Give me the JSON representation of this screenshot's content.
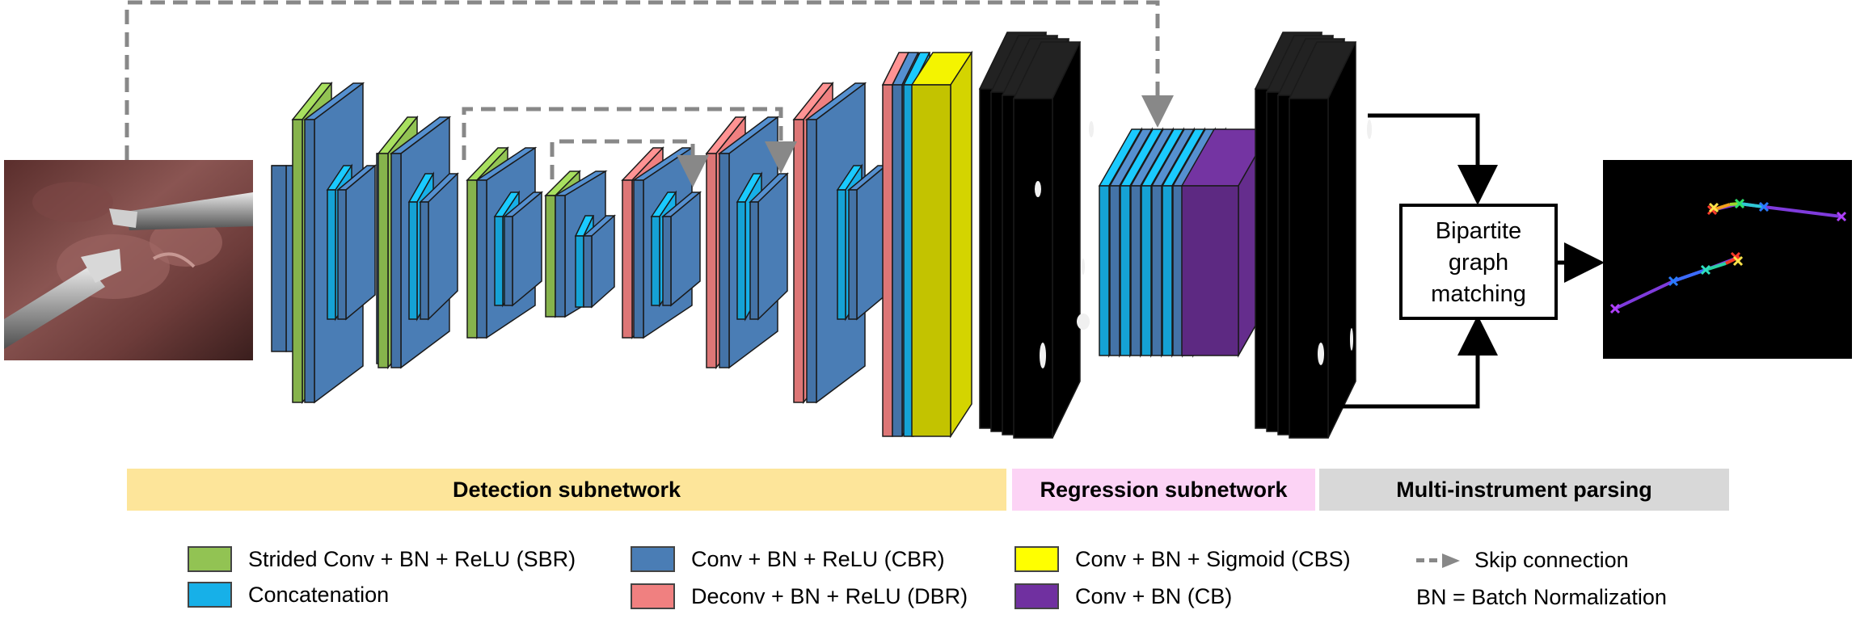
{
  "colors": {
    "sbr": "#92c353",
    "concat": "#17b0e8",
    "cbr": "#4a7db5",
    "dbr": "#f08080",
    "cbs": "#d4d400",
    "cb": "#652d8d",
    "skip": "#888888",
    "detection_band": "#fde59a",
    "regression_band": "#fcd3f5",
    "parsing_band": "#d8d8d8"
  },
  "bands": {
    "detection": "Detection subnetwork",
    "regression": "Regression subnetwork",
    "parsing": "Multi-instrument parsing"
  },
  "matching_box": {
    "line1": "Bipartite",
    "line2": "graph",
    "line3": "matching"
  },
  "legend": {
    "sbr": "Strided Conv + BN + ReLU (SBR)",
    "concat": "Concatenation",
    "cbr": "Conv + BN + ReLU (CBR)",
    "dbr": "Deconv + BN + ReLU (DBR)",
    "cbs": "Conv + BN + Sigmoid (CBS)",
    "cb": "Conv + BN (CB)",
    "skip": "Skip connection",
    "bn": "BN = Batch Normalization"
  }
}
